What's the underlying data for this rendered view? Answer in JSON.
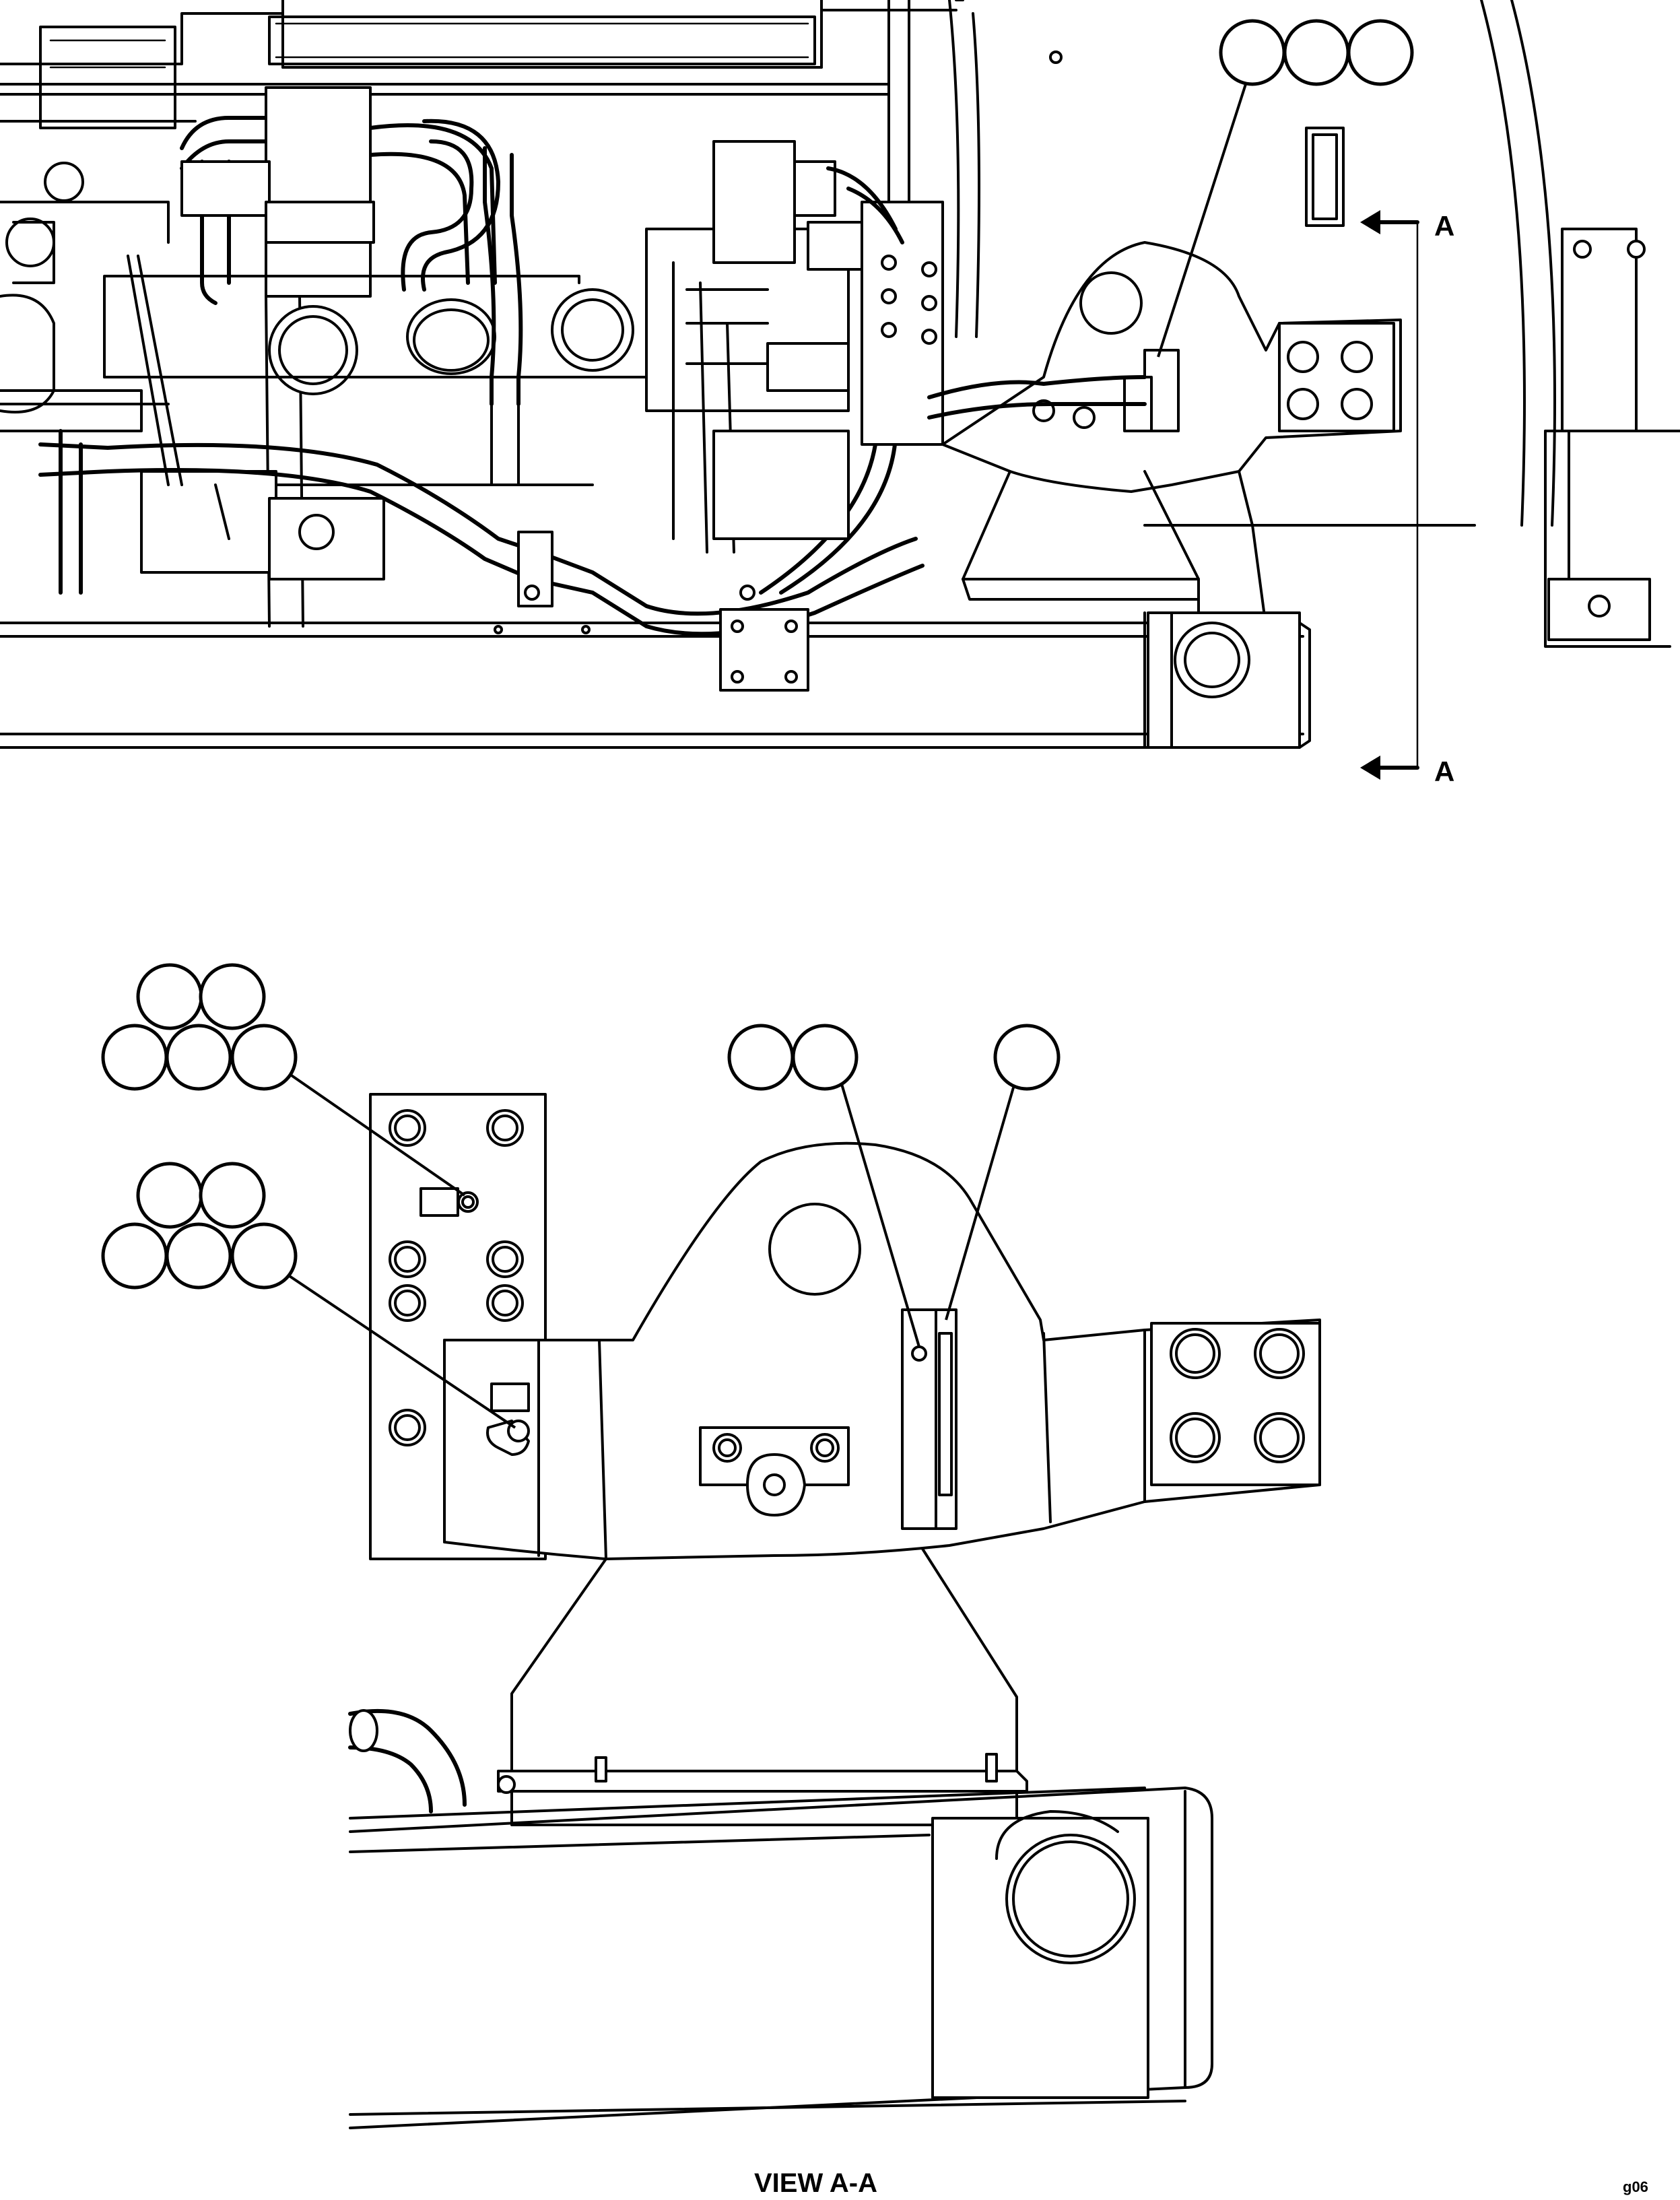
{
  "section_marker_top": "A",
  "section_marker_bottom": "A",
  "view_label": "VIEW A-A",
  "sheet_code": "g06"
}
